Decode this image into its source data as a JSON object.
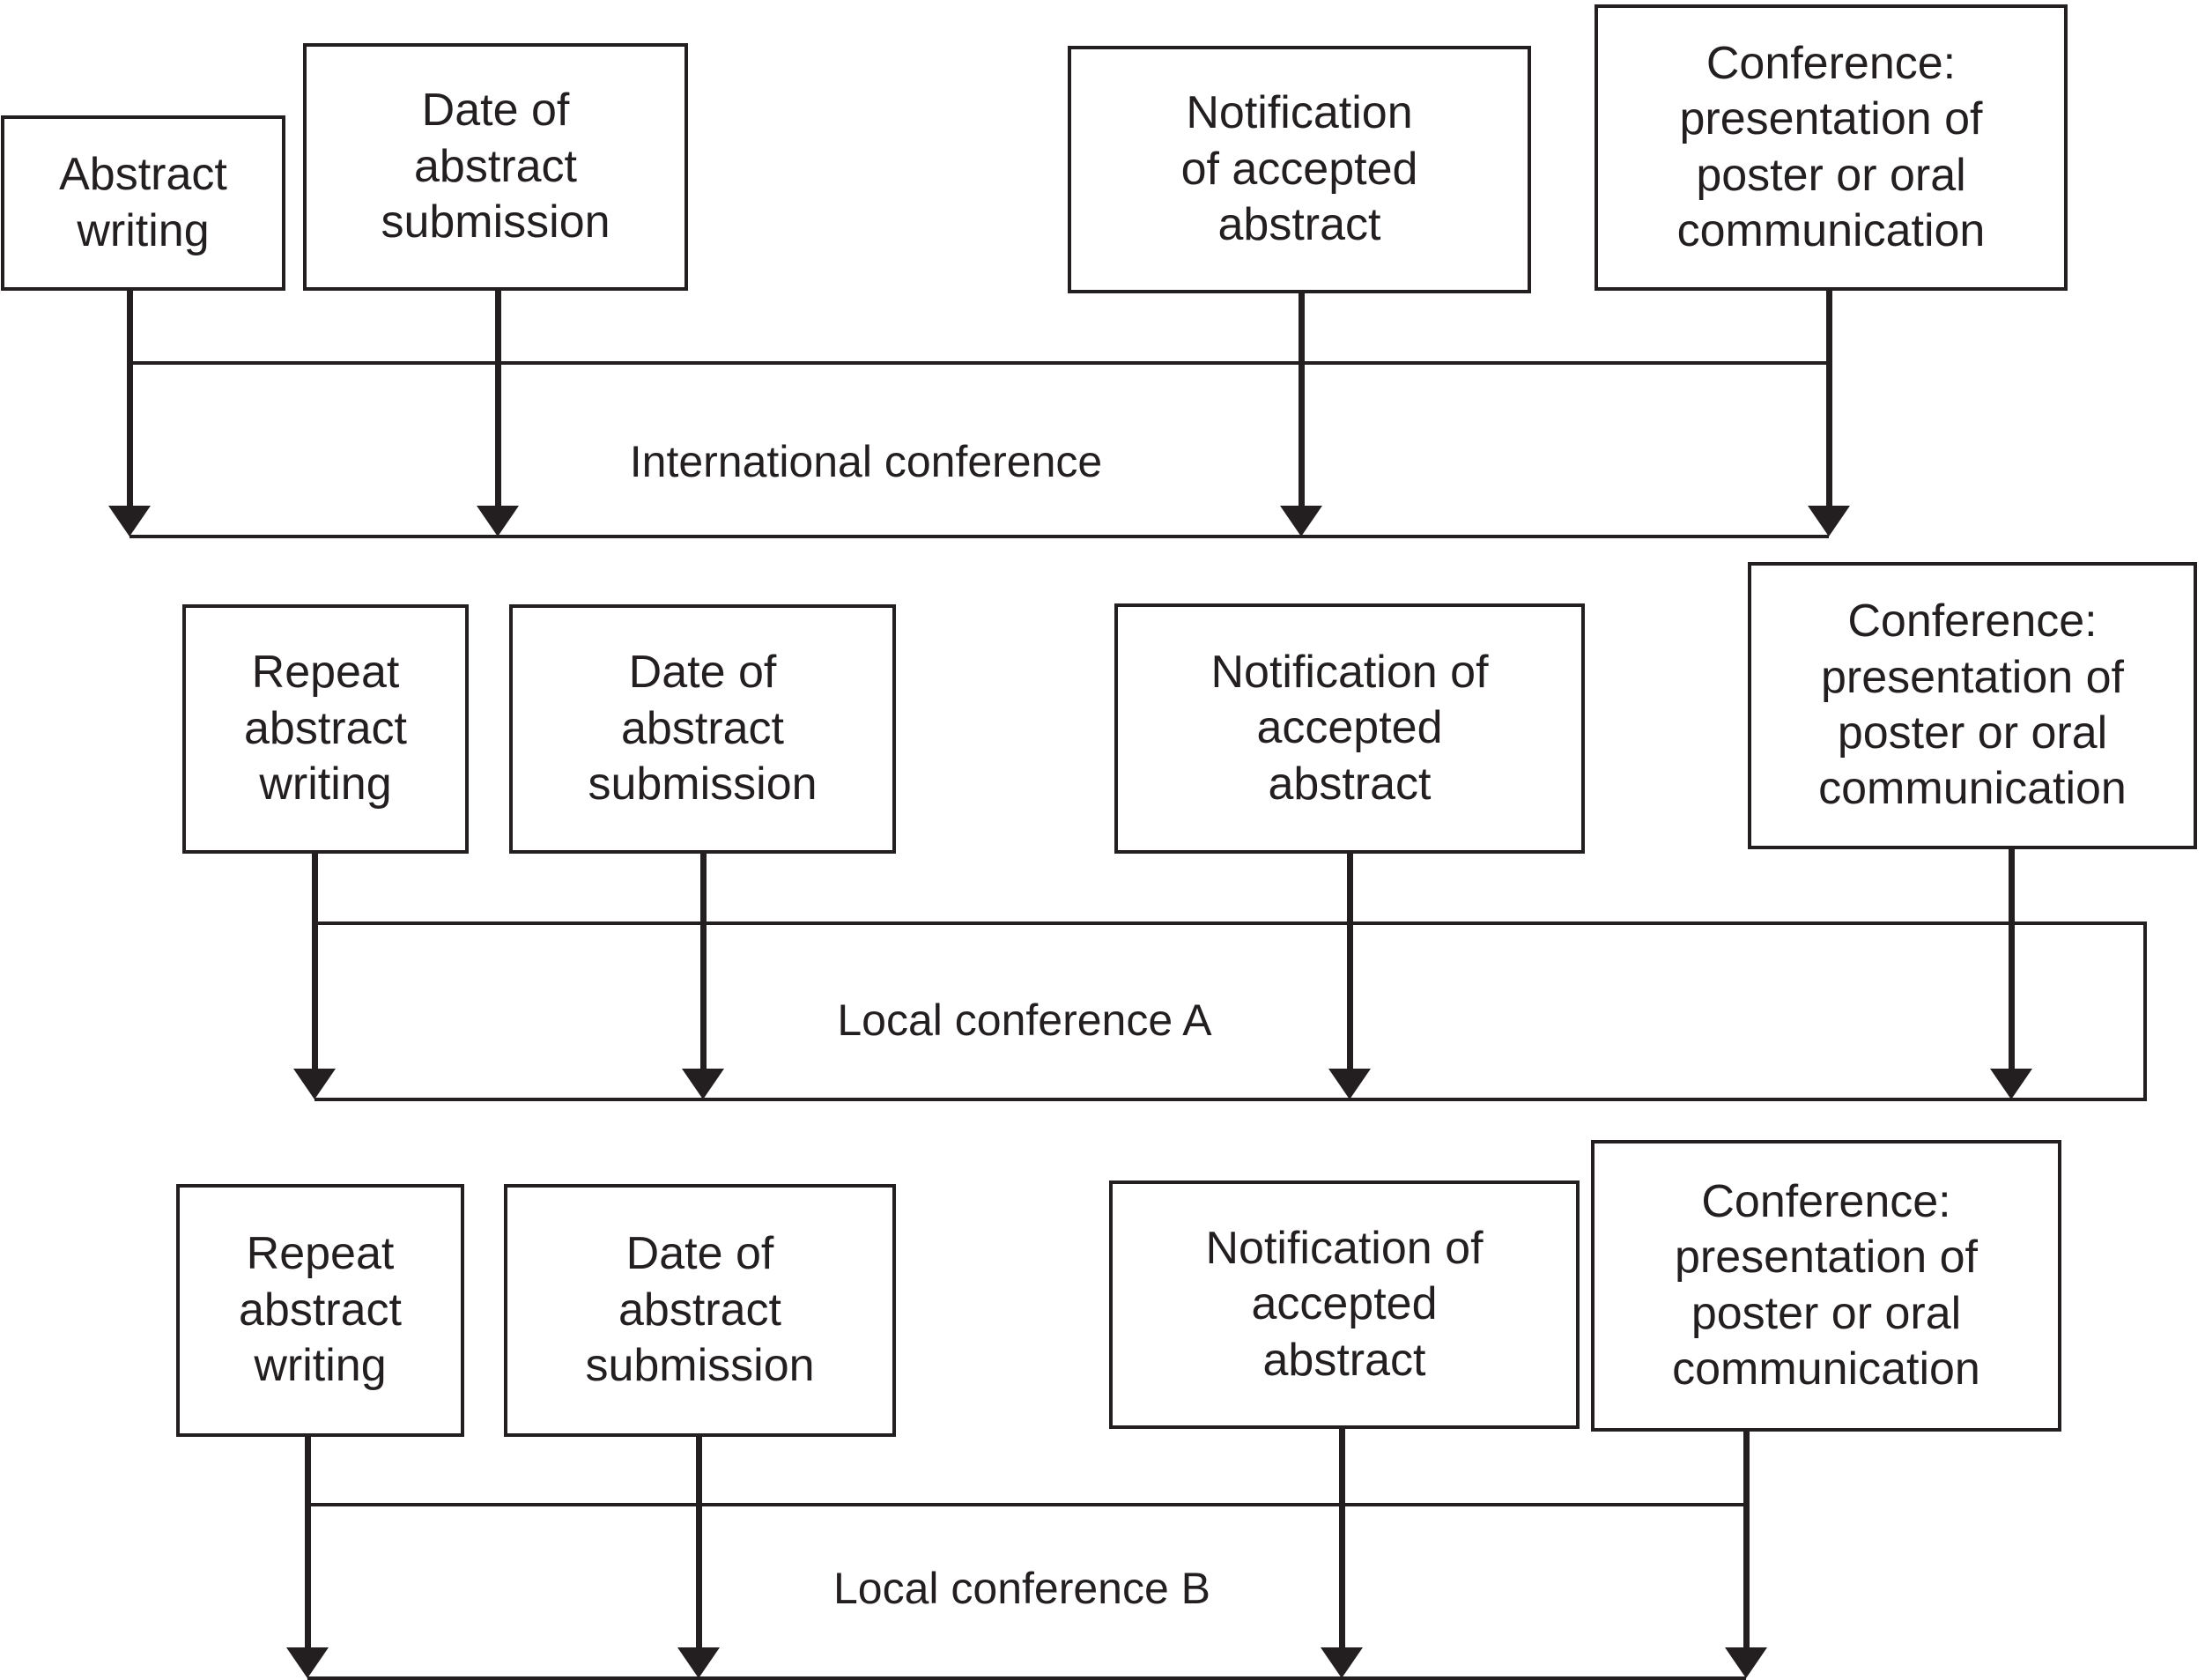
{
  "figure": {
    "background": "#ffffff",
    "ink": "#231f20"
  },
  "sections": [
    {
      "name": "international-conference",
      "band_label": "International conference",
      "boxes": [
        {
          "label": "Abstract\nwriting"
        },
        {
          "label": "Date of\nabstract\nsubmission"
        },
        {
          "label": "Notification\nof accepted\nabstract"
        },
        {
          "label": "Conference:\npresentation of\nposter or oral\ncommunication"
        }
      ]
    },
    {
      "name": "local-conference-a",
      "band_label": "Local conference A",
      "boxes": [
        {
          "label": "Repeat\nabstract\nwriting"
        },
        {
          "label": "Date of\nabstract\nsubmission"
        },
        {
          "label": "Notification of\naccepted\nabstract"
        },
        {
          "label": "Conference:\npresentation of\nposter or oral\ncommunication"
        }
      ]
    },
    {
      "name": "local-conference-b",
      "band_label": "Local conference B",
      "boxes": [
        {
          "label": "Repeat\nabstract\nwriting"
        },
        {
          "label": "Date of\nabstract\nsubmission"
        },
        {
          "label": "Notification of\naccepted\nabstract"
        },
        {
          "label": "Conference:\npresentation of\nposter or oral\ncommunication"
        }
      ]
    }
  ]
}
